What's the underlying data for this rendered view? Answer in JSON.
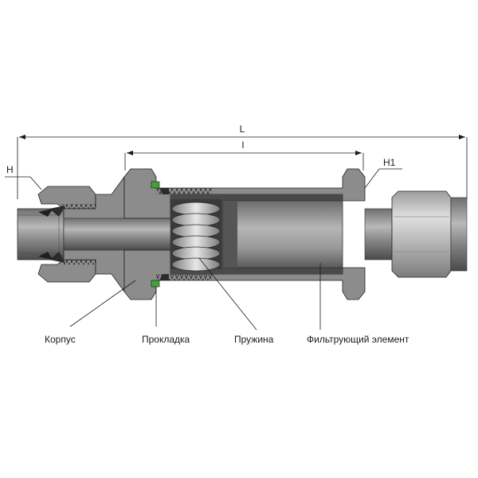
{
  "dimensions": {
    "overall_length": "L",
    "inner_length": "l",
    "hex_left": "H",
    "hex_right": "H1"
  },
  "callouts": {
    "body": "Корпус",
    "gasket": "Прокладка",
    "spring": "Пружина",
    "filter_element": "Фильтрующий элемент"
  },
  "colors": {
    "steel_dark": "#5a5a5a",
    "steel_section": "#8c8c8c",
    "steel_light": "#c4c4c4",
    "seal_green": "#3fa33a",
    "line": "#1a1a1a"
  }
}
